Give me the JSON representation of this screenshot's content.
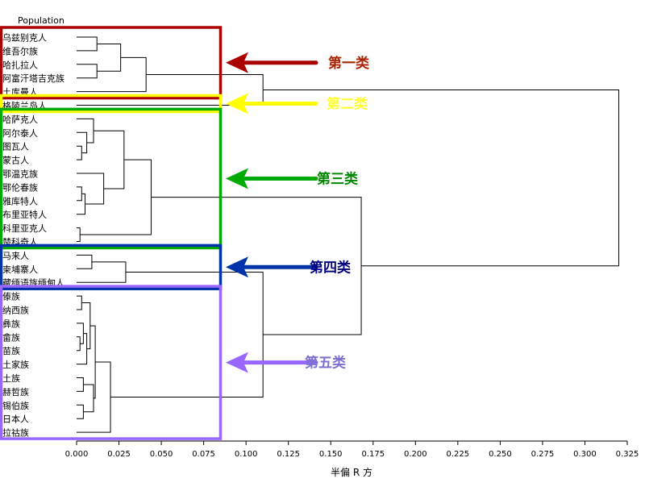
{
  "chart_data": {
    "type": "dendrogram",
    "title": "",
    "population_label": "Population",
    "xlabel": "半偏 R 方",
    "xlim": [
      0,
      0.325
    ],
    "xticks": [
      "0.000",
      "0.025",
      "0.050",
      "0.075",
      "0.100",
      "0.125",
      "0.150",
      "0.175",
      "0.200",
      "0.225",
      "0.250",
      "0.275",
      "0.300",
      "0.325"
    ],
    "leaves": [
      "乌兹别克人",
      "维吾尔族",
      "哈扎拉人",
      "阿富汗塔吉克族",
      "土库曼人",
      "格陵兰岛人",
      "哈萨克人",
      "阿尔泰人",
      "图瓦人",
      "蒙古人",
      "鄂温克族",
      "鄂伦春族",
      "雅库特人",
      "布里亚特人",
      "科里亚克人",
      "楚科奇人",
      "马来人",
      "柬埔寨人",
      "藏缅语族缅甸人",
      "傣族",
      "纳西族",
      "彝族",
      "畲族",
      "苗族",
      "土家族",
      "土族",
      "赫哲族",
      "锡伯族",
      "日本人",
      "拉祜族"
    ],
    "merges": [
      {
        "a": "L0",
        "b": "L1",
        "height": 0.012
      },
      {
        "a": "L2",
        "b": "L3",
        "height": 0.012
      },
      {
        "a": "N0",
        "b": "N1",
        "height": 0.026
      },
      {
        "a": "N2",
        "b": "L4",
        "height": 0.041
      },
      {
        "a": "N3",
        "b": "L5",
        "height": 0.11
      },
      {
        "a": "L8",
        "b": "L9",
        "height": 0.003
      },
      {
        "a": "L7",
        "b": "N5",
        "height": 0.006
      },
      {
        "a": "L6",
        "b": "N6",
        "height": 0.01
      },
      {
        "a": "L11",
        "b": "L12",
        "height": 0.003
      },
      {
        "a": "N8",
        "b": "L13",
        "height": 0.005
      },
      {
        "a": "L10",
        "b": "N9",
        "height": 0.016
      },
      {
        "a": "N7",
        "b": "N10",
        "height": 0.028
      },
      {
        "a": "L14",
        "b": "L15",
        "height": 0.002
      },
      {
        "a": "N11",
        "b": "N12",
        "height": 0.044
      },
      {
        "a": "L16",
        "b": "L17",
        "height": 0.009
      },
      {
        "a": "N14",
        "b": "L18",
        "height": 0.029
      },
      {
        "a": "L19",
        "b": "L20",
        "height": 0.003
      },
      {
        "a": "L22",
        "b": "L23",
        "height": 0.002
      },
      {
        "a": "N17",
        "b": "L21",
        "height": 0.004
      },
      {
        "a": "N18",
        "b": "L24",
        "height": 0.006
      },
      {
        "a": "N16",
        "b": "N19",
        "height": 0.008
      },
      {
        "a": "L25",
        "b": "L26",
        "height": 0.004
      },
      {
        "a": "L27",
        "b": "L28",
        "height": 0.004
      },
      {
        "a": "N21",
        "b": "N22",
        "height": 0.01
      },
      {
        "a": "N20",
        "b": "N23",
        "height": 0.011
      },
      {
        "a": "N24",
        "b": "L29",
        "height": 0.02
      },
      {
        "a": "N15",
        "b": "N25",
        "height": 0.11
      },
      {
        "a": "N13",
        "b": "N26",
        "height": 0.168
      },
      {
        "a": "N4",
        "b": "N27",
        "height": 0.32
      }
    ],
    "groups": [
      {
        "label": "第一类",
        "first": 0,
        "last": 4,
        "color": "#aa0000"
      },
      {
        "label": "第二类",
        "first": 5,
        "last": 5,
        "color": "#ffff00"
      },
      {
        "label": "第三类",
        "first": 6,
        "last": 15,
        "color": "#00aa00"
      },
      {
        "label": "第四类",
        "first": 16,
        "last": 18,
        "color": "#0033aa"
      },
      {
        "label": "第五类",
        "first": 19,
        "last": 29,
        "color": "#9966ff"
      }
    ],
    "group_label_colors": [
      "#aa2200",
      "#ffff33",
      "#008800",
      "#000080",
      "#7b6fd0"
    ],
    "line_color": "#000000"
  }
}
